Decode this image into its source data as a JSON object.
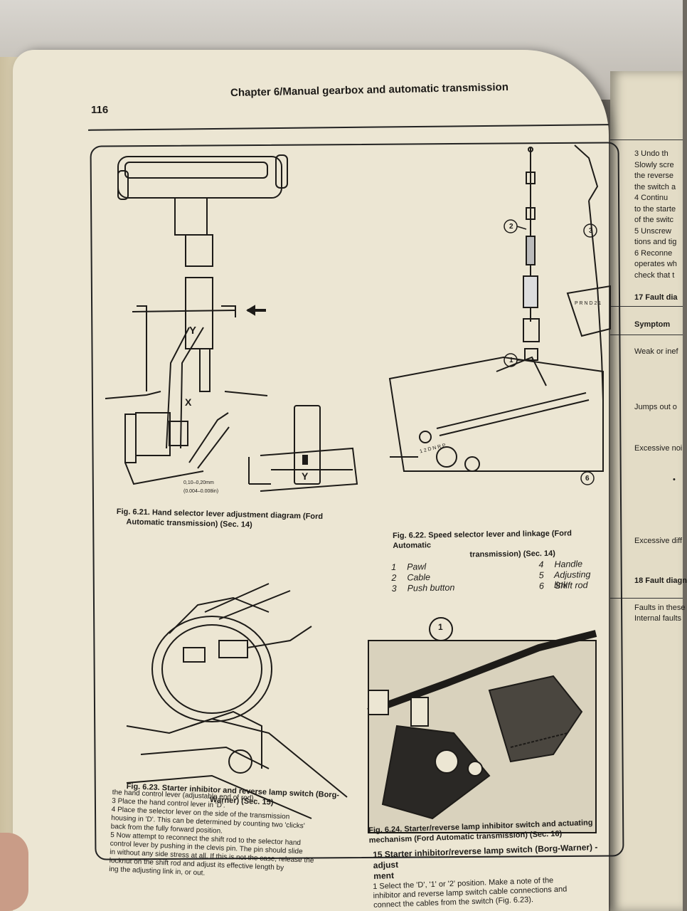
{
  "page": {
    "number": "116",
    "chapter_title": "Chapter 6/Manual gearbox and automatic transmission"
  },
  "figures": {
    "fig621": {
      "labels": {
        "x": "X",
        "y_arrow": "Y",
        "y_detail": "Y",
        "tolerance_mm": "0,10–0,20mm",
        "tolerance_in": "(0.004–0.008in)"
      },
      "caption": [
        "Fig. 6.21. Hand selector lever adjustment diagram (Ford",
        "Automatic transmission) (Sec. 14)"
      ]
    },
    "fig622": {
      "labels": {
        "callout_1": "1",
        "callout_2": "2",
        "callout_3": "3",
        "callout_6": "6",
        "gear_letters": "P R N D 2 1",
        "gear_letters_2": "1 2 D N R P"
      },
      "caption": [
        "Fig. 6.22. Speed selector lever and linkage (Ford Automatic",
        "transmission) (Sec. 14)"
      ],
      "legend": [
        {
          "n": "1",
          "label": "Pawl"
        },
        {
          "n": "2",
          "label": "Cable"
        },
        {
          "n": "3",
          "label": "Push button"
        },
        {
          "n": "4",
          "label": "Handle"
        },
        {
          "n": "5",
          "label": "Adjusting link"
        },
        {
          "n": "6",
          "label": "Shift rod"
        }
      ]
    },
    "fig623": {
      "caption": [
        "Fig. 6.23. Starter inhibitor and reverse lamp switch (Borg-",
        "Warner) (Sec. 15)"
      ]
    },
    "fig624": {
      "labels": {
        "callout_1": "1"
      },
      "caption": [
        "Fig. 6.24. Starter/reverse lamp inhibitor switch and actuating",
        "mechanism (Ford Automatic transmission) (Sec. 16)"
      ]
    }
  },
  "body_text": [
    "the hand control lever (adjustable end of rod).",
    "3  Place the hand control lever in 'D'.",
    "4  Place the selector lever on the side of the transmission",
    "housing in 'D'. This can be determined by counting two 'clicks'",
    "back from the fully forward position.",
    "5  Now attempt to reconnect the shift rod to the selector hand",
    "control lever by pushing in the clevis pin. The pin should slide",
    "in without any side stress at all. If this is not the case, release the",
    "locknut on the shift rod and adjust its effective length by",
    "ing the adjusting link in, or out."
  ],
  "section15": {
    "heading": [
      "15 Starter inhibitor/reverse lamp switch (Borg-Warner) - adjust",
      "ment"
    ],
    "text": [
      "1  Select the 'D', '1' or '2' position. Make a note of the",
      "inhibitor and reverse lamp switch cable connections and",
      "connect the cables from the switch (Fig. 6.23)."
    ]
  },
  "right_page": {
    "lines": [
      "3  Undo th",
      "Slowly scre",
      "the reverse",
      "the switch a",
      "4  Continu",
      "to the starte",
      "of the switc",
      "5  Unscrew",
      "tions and tig",
      "6  Reconne",
      "operates wh",
      "check that t"
    ],
    "heading17": "17 Fault dia",
    "symptom_header": "Symptom",
    "symptoms": [
      "Weak or inef",
      "Jumps out o",
      "Excessive noi",
      "Excessive diff"
    ],
    "bullet": "•",
    "heading18": "18 Fault diagn",
    "faults": [
      "Faults in these",
      "Internal faults"
    ]
  }
}
